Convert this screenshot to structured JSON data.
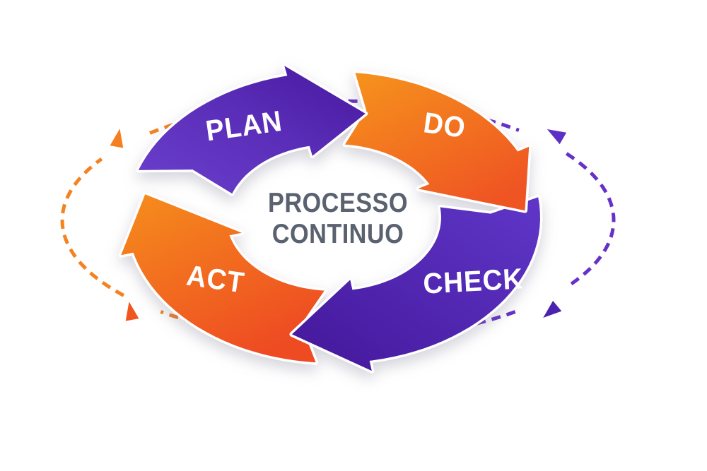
{
  "diagram": {
    "type": "PDCA continuous improvement cycle",
    "center_title": {
      "line1": "PROCESSO",
      "line2": "CONTINUO"
    },
    "steps": [
      {
        "id": "plan",
        "label": "PLAN",
        "color": "#5a2db8"
      },
      {
        "id": "do",
        "label": "DO",
        "color": "#f37b1e"
      },
      {
        "id": "check",
        "label": "CHECK",
        "color": "#4d21ae"
      },
      {
        "id": "act",
        "label": "ACT",
        "color": "#f37b1e"
      }
    ],
    "colors": {
      "purple_light": "#7550d4",
      "purple_dark": "#47189e",
      "orange_light": "#f6941c",
      "orange_dark": "#ee4d22",
      "center_text": "#5a6270",
      "dashed_orange": "#f58220",
      "dashed_purple": "#6531c8",
      "background": "#ffffff"
    },
    "outer_ring": {
      "style": "dashed",
      "arrowhead_count": 4,
      "direction": "clockwise"
    }
  }
}
